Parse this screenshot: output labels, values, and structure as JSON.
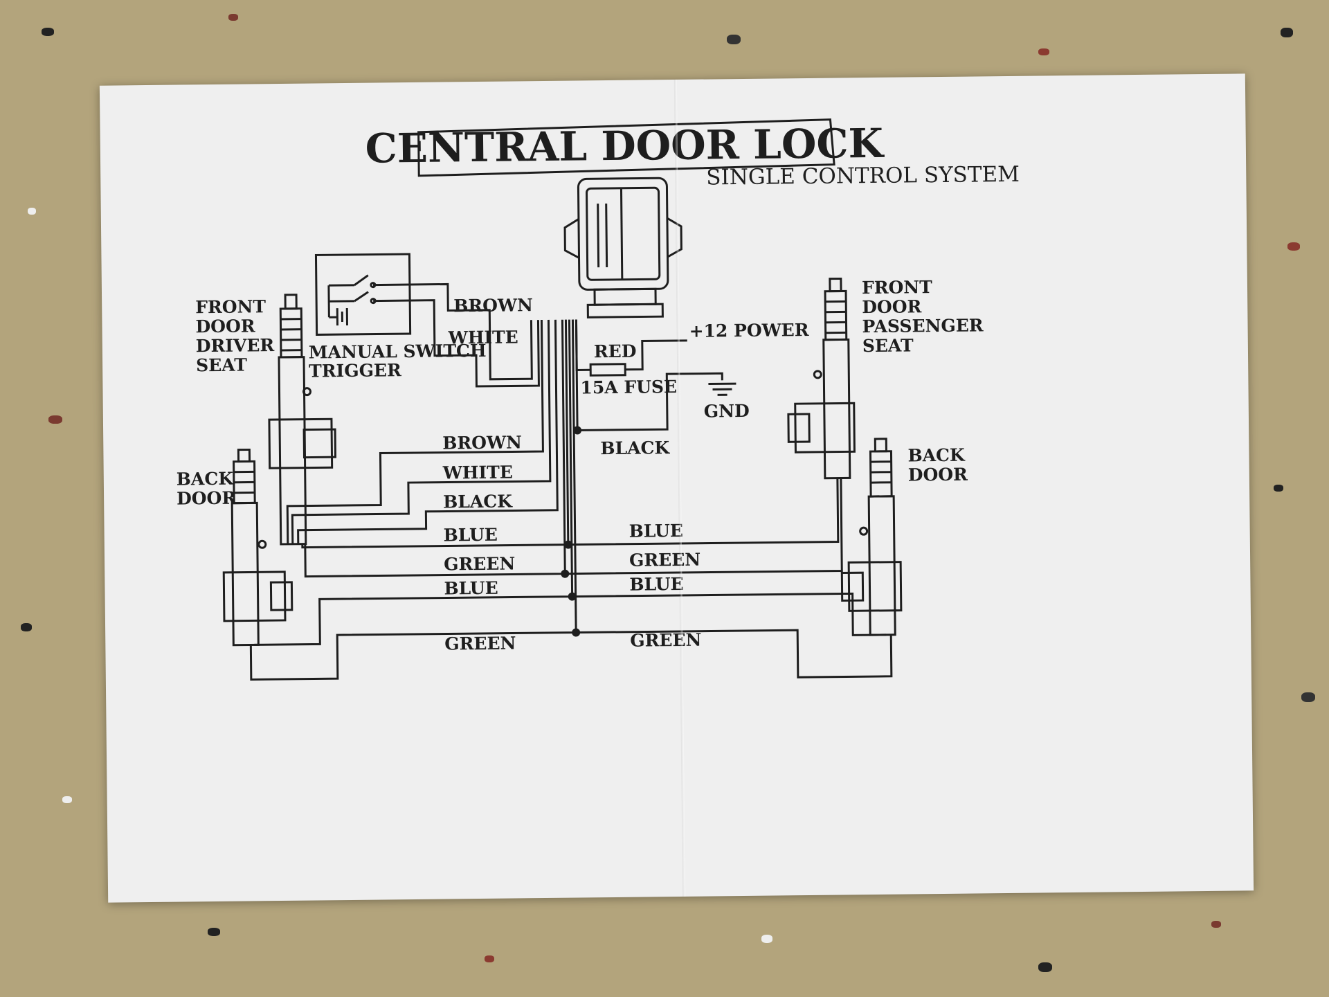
{
  "title": "CENTRAL DOOR LOCK",
  "subtitle": "SINGLE CONTROL SYSTEM",
  "colors": {
    "background": "#b3a47c",
    "paper": "#efefef",
    "ink": "#1e1e1e"
  },
  "components": {
    "front_driver": [
      "FRONT",
      "DOOR",
      "DRIVER",
      "SEAT"
    ],
    "front_passenger": [
      "FRONT",
      "DOOR",
      "PASSENGER",
      "SEAT"
    ],
    "back_left": [
      "BACK",
      "DOOR"
    ],
    "back_right": [
      "BACK",
      "DOOR"
    ],
    "manual_switch": [
      "MANUAL SWITCH",
      "TRIGGER"
    ],
    "power": "+12 POWER",
    "fuse": "15A FUSE",
    "ground": "GND"
  },
  "wires": {
    "switch_brown": "BROWN",
    "switch_white": "WHITE",
    "red": "RED",
    "black_gnd": "BLACK",
    "driver_brown": "BROWN",
    "driver_white": "WHITE",
    "driver_black": "BLACK",
    "left_blue_1": "BLUE",
    "left_green_1": "GREEN",
    "left_blue_2": "BLUE",
    "left_green_2": "GREEN",
    "right_blue_1": "BLUE",
    "right_green_1": "GREEN",
    "right_blue_2": "BLUE",
    "right_green_2": "GREEN"
  }
}
